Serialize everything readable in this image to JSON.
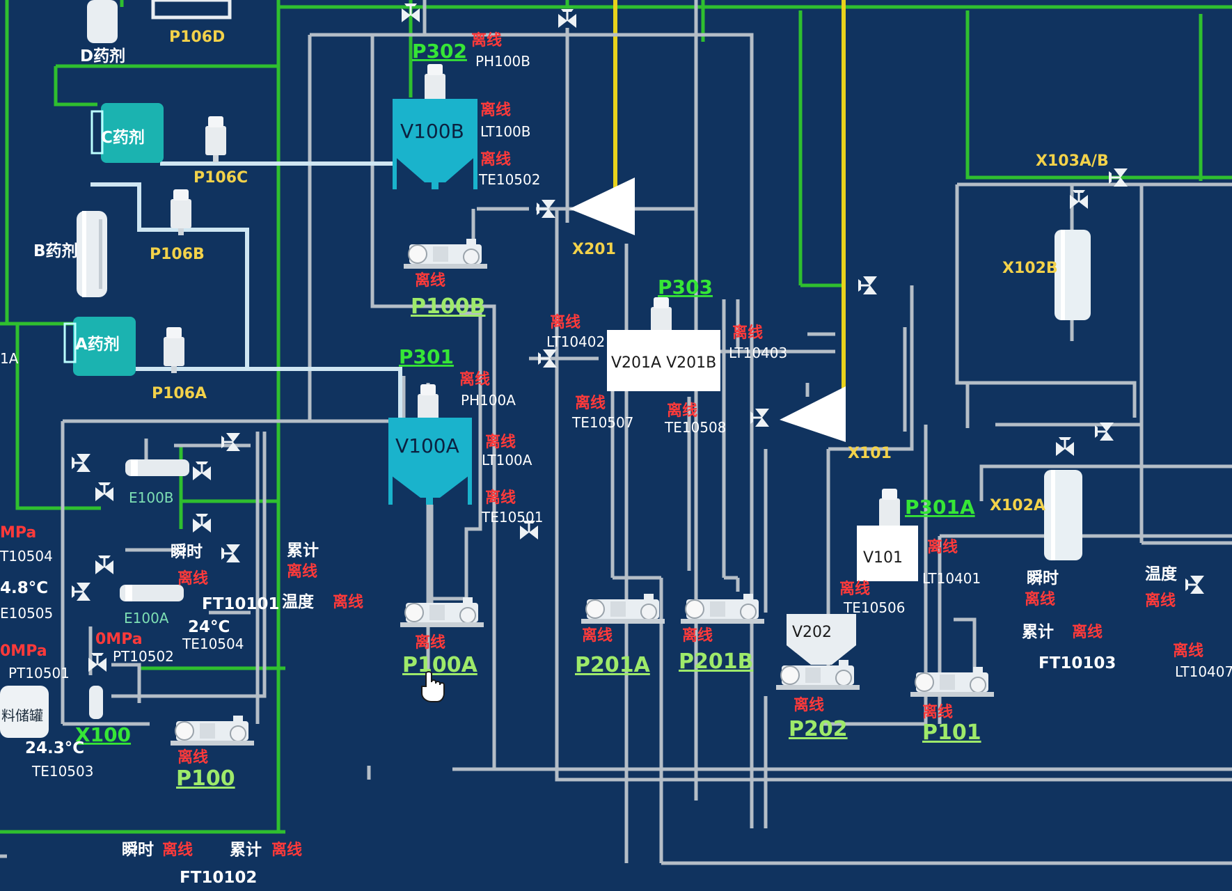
{
  "status": {
    "offline": "离线"
  },
  "labels": {
    "instant": "瞬时",
    "cumulative": "累计",
    "temperature": "温度"
  },
  "reagents": {
    "d": "D药剂",
    "c": "C药剂",
    "b": "B药剂",
    "a": "A药剂"
  },
  "dosing_pumps": {
    "d": "P106D",
    "c": "P106C",
    "b": "P106B",
    "a": "P106A"
  },
  "agitators": {
    "p302": "P302",
    "p301": "P301",
    "p303": "P303",
    "p301a": "P301A"
  },
  "vessels": {
    "v100b": "V100B",
    "v100a": "V100A",
    "v201": "V201A V201B",
    "v101": "V101",
    "v202": "V202"
  },
  "pumps": {
    "p100b": "P100B",
    "p100a": "P100A",
    "p201a": "P201A",
    "p201b": "P201B",
    "p202": "P202",
    "p101": "P101",
    "p100": "P100",
    "x100": "X100"
  },
  "filters": {
    "x201": "X201",
    "x101": "X101",
    "x103ab": "X103A/B",
    "x102b": "X102B",
    "x102a": "X102A"
  },
  "exchangers": {
    "e100b": "E100B",
    "e100a": "E100A"
  },
  "tank_label": "料储罐",
  "left_edge": {
    "line1": "1A",
    "mpa1": "MPa",
    "tag1": "T10504",
    "temp1": "4.8°C",
    "tag2": "E10505",
    "mpa2": "0MPa"
  },
  "instruments": {
    "ph100b": "PH100B",
    "lt100b": "LT100B",
    "te10502": "TE10502",
    "ph100a": "PH100A",
    "lt100a": "LT100A",
    "te10501": "TE10501",
    "lt10402": "LT10402",
    "lt10403": "LT10403",
    "te10507": "TE10507",
    "te10508": "TE10508",
    "lt10401": "LT10401",
    "te10506": "TE10506",
    "ft10101": "FT10101",
    "ft10102": "FT10102",
    "ft10103": "FT10103",
    "te10504": "TE10504",
    "te10503": "TE10503",
    "pt10502": "PT10502",
    "pt10501": "PT10501",
    "lt10407": "LT10407"
  },
  "readings": {
    "te10504": "24°C",
    "pt10502": "0MPa",
    "te10503": "24.3°C"
  }
}
